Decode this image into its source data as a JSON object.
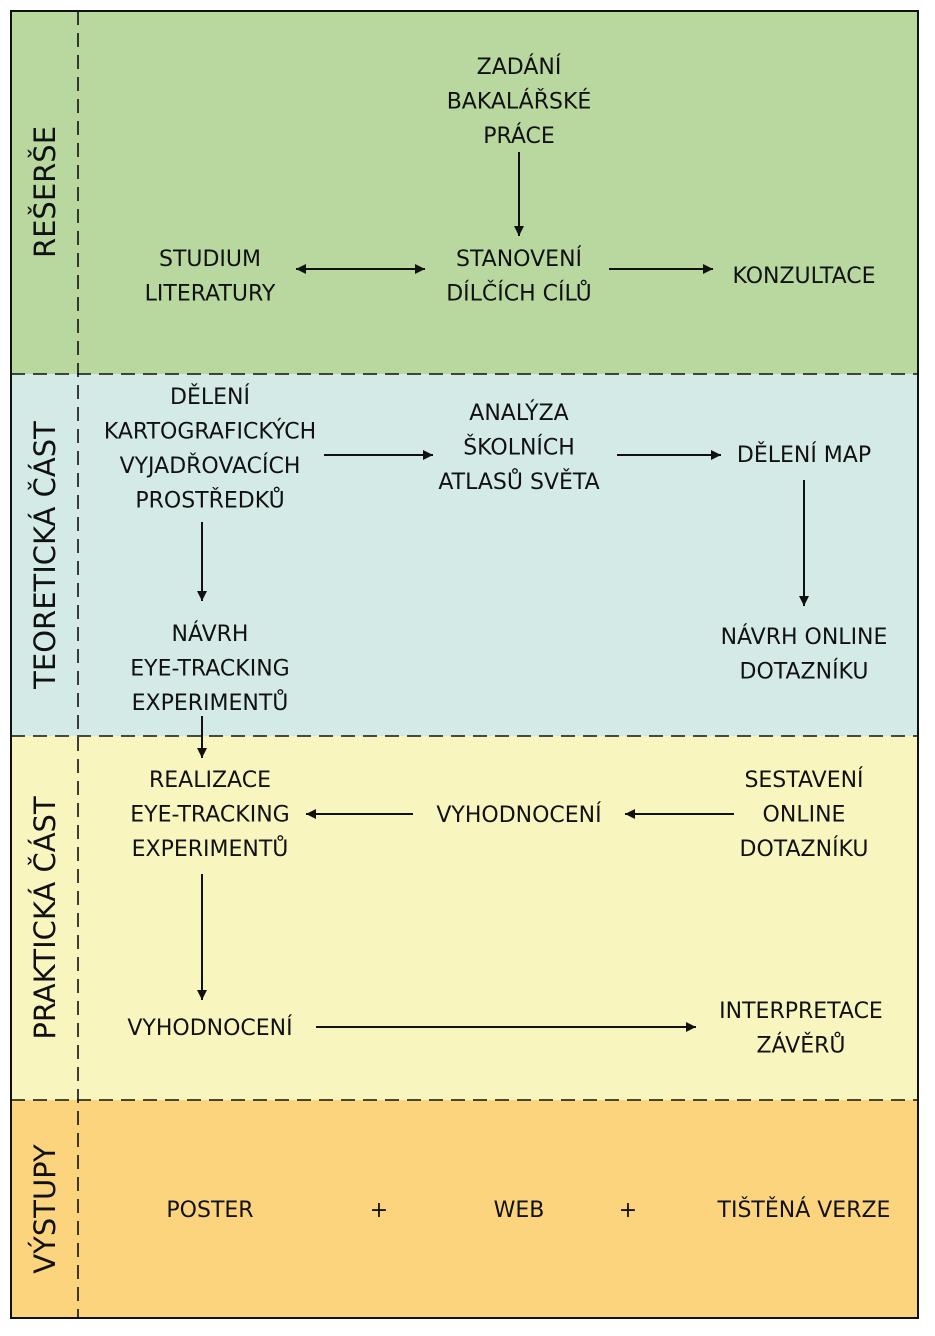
{
  "colors": {
    "reserse": "#b8d8a0",
    "teoreticka": "#d4eae6",
    "prakticka": "#f9f5bf",
    "vystupy": "#fdd47e",
    "line": "#111111"
  },
  "bands": {
    "reserse": "REŠERŠE",
    "teoreticka": "TEORETICKÁ ČÁST",
    "prakticka": "PRAKTICKÁ ČÁST",
    "vystupy": "VÝSTUPY"
  },
  "nodes": {
    "zadani": [
      "ZADÁNÍ",
      "BAKALÁŘSKÉ",
      "PRÁCE"
    ],
    "studium": [
      "STUDIUM",
      "LITERATURY"
    ],
    "stanoveni": [
      "STANOVENÍ",
      "DÍLČÍCH CÍLŮ"
    ],
    "konzultace": [
      "KONZULTACE"
    ],
    "deleni_prostredku": [
      "DĚLENÍ",
      "KARTOGRAFICKÝCH",
      "VYJADŘOVACÍCH",
      "PROSTŘEDKŮ"
    ],
    "analyza": [
      "ANALÝZA",
      "ŠKOLNÍCH",
      "ATLASŮ SVĚTA"
    ],
    "deleni_map": [
      "DĚLENÍ MAP"
    ],
    "navrh_eye": [
      "NÁVRH",
      "EYE-TRACKING",
      "EXPERIMENTŮ"
    ],
    "navrh_online": [
      "NÁVRH ONLINE",
      "DOTAZNÍKU"
    ],
    "realizace": [
      "REALIZACE",
      "EYE-TRACKING",
      "EXPERIMENTŮ"
    ],
    "vyhodnoceni_1": [
      "VYHODNOCENÍ"
    ],
    "sestaveni": [
      "SESTAVENÍ",
      "ONLINE",
      "DOTAZNÍKU"
    ],
    "vyhodnoceni_2": [
      "VYHODNOCENÍ"
    ],
    "interpretace": [
      "INTERPRETACE",
      "ZÁVĚRŮ"
    ],
    "poster": [
      "POSTER"
    ],
    "web": [
      "WEB"
    ],
    "tistena": [
      "TIŠTĚNÁ VERZE"
    ]
  },
  "plus_signs": [
    "+",
    "+"
  ]
}
